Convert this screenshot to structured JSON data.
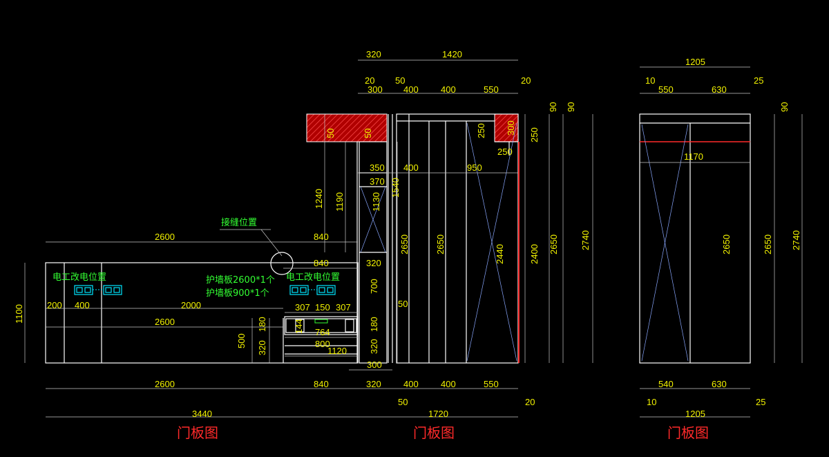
{
  "colors": {
    "background": "#000000",
    "lines": "#ffffff",
    "dimensions": "#f2f200",
    "labels": "#33ff33",
    "titles": "#ff2a2a",
    "hatch": "#c00000",
    "outlets": "#00e5ff"
  },
  "titles": {
    "left": "门板图",
    "middle": "门板图",
    "right": "门板图"
  },
  "labels": {
    "seam": "接缝位置",
    "electric_left": "电工改电位置",
    "electric_right": "电工改电位置",
    "panel_a": "护墙板2600*1个",
    "panel_b": "护墙板900*1个"
  },
  "dims": {
    "d2600_top": "2600",
    "d840_top": "840",
    "d840_mid": "840",
    "d320_mid": "320",
    "d200": "200",
    "d400_l": "400",
    "d2000": "2000",
    "d2600_mid": "2600",
    "d1100": "1100",
    "d500": "500",
    "d320_v": "320",
    "d180": "180",
    "d307a": "307",
    "d150": "150",
    "d307b": "307",
    "d144": "144",
    "d764": "764",
    "d800": "800",
    "d1120": "1120",
    "d180_r": "180",
    "d320_r": "320",
    "d300_b": "300",
    "d1240": "1240",
    "d1190": "1190",
    "d50_h": "50",
    "d50_h2": "50",
    "d700": "700",
    "d50_r": "50",
    "d320_t": "320",
    "d1420": "1420",
    "d20_l": "20",
    "d50_t": "50",
    "d300_t": "300",
    "d400_t1": "400",
    "d400_t2": "400",
    "d550_t": "550",
    "d20_r": "20",
    "d350": "350",
    "d370": "370",
    "d1130": "1130",
    "d1540": "1540",
    "d2650_a": "2650",
    "d400_i": "400",
    "d950": "950",
    "d250_a": "250",
    "d300_v": "300",
    "d250_b": "250",
    "d2650_b": "2650",
    "d2440": "2440",
    "d2400": "2400",
    "d2650_c": "2650",
    "d2740_a": "2740",
    "d250_c": "250",
    "d90_a": "90",
    "d90_b": "90",
    "b2600": "2600",
    "b840": "840",
    "b320": "320",
    "b400_1": "400",
    "b400_2": "400",
    "b550": "550",
    "b50": "50",
    "b20": "20",
    "b3440": "3440",
    "b1720": "1720",
    "r1205_t": "1205",
    "r10_t": "10",
    "r550": "550",
    "r630_t": "630",
    "r25_t": "25",
    "r90": "90",
    "r1170": "1170",
    "r2650_in": "2650",
    "r2650": "2650",
    "r2740": "2740",
    "r540": "540",
    "r630_b": "630",
    "r10_b": "10",
    "r25_b": "25",
    "r1205_b": "1205"
  }
}
